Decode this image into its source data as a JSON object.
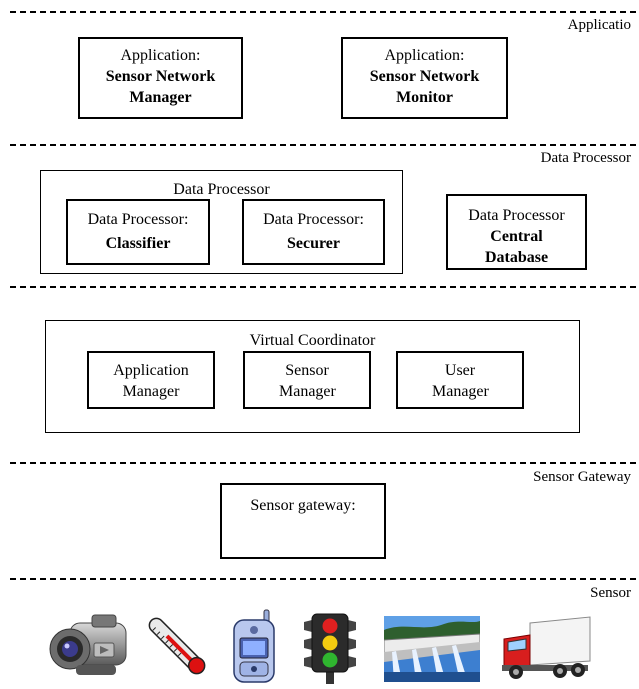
{
  "layers": {
    "application": "Applicatio",
    "data_processor": "Data Processor",
    "sensor_gateway": "Sensor Gateway",
    "sensor": "Sensor"
  },
  "application_layer": {
    "manager": {
      "prefix": "Application:",
      "name": "Sensor Network Manager"
    },
    "monitor": {
      "prefix": "Application:",
      "name": "Sensor Network Monitor"
    }
  },
  "data_processor_layer": {
    "group_title": "Data Processor",
    "classifier": {
      "prefix": "Data Processor:",
      "name": "Classifier"
    },
    "securer": {
      "prefix": "Data Processor:",
      "name": "Securer"
    },
    "central_db": {
      "prefix": "Data Processor",
      "name": "Central Database"
    }
  },
  "virtual_coordinator": {
    "title": "Virtual Coordinator",
    "application_manager": "Application Manager",
    "sensor_manager": "Sensor Manager",
    "user_manager": "User Manager"
  },
  "gateway": {
    "label": "Sensor gateway:"
  },
  "sensors": [
    {
      "icon": "video-camera-icon"
    },
    {
      "icon": "thermometer-icon"
    },
    {
      "icon": "mobile-phone-icon"
    },
    {
      "icon": "traffic-light-icon"
    },
    {
      "icon": "dam-icon"
    },
    {
      "icon": "delivery-truck-icon"
    }
  ]
}
